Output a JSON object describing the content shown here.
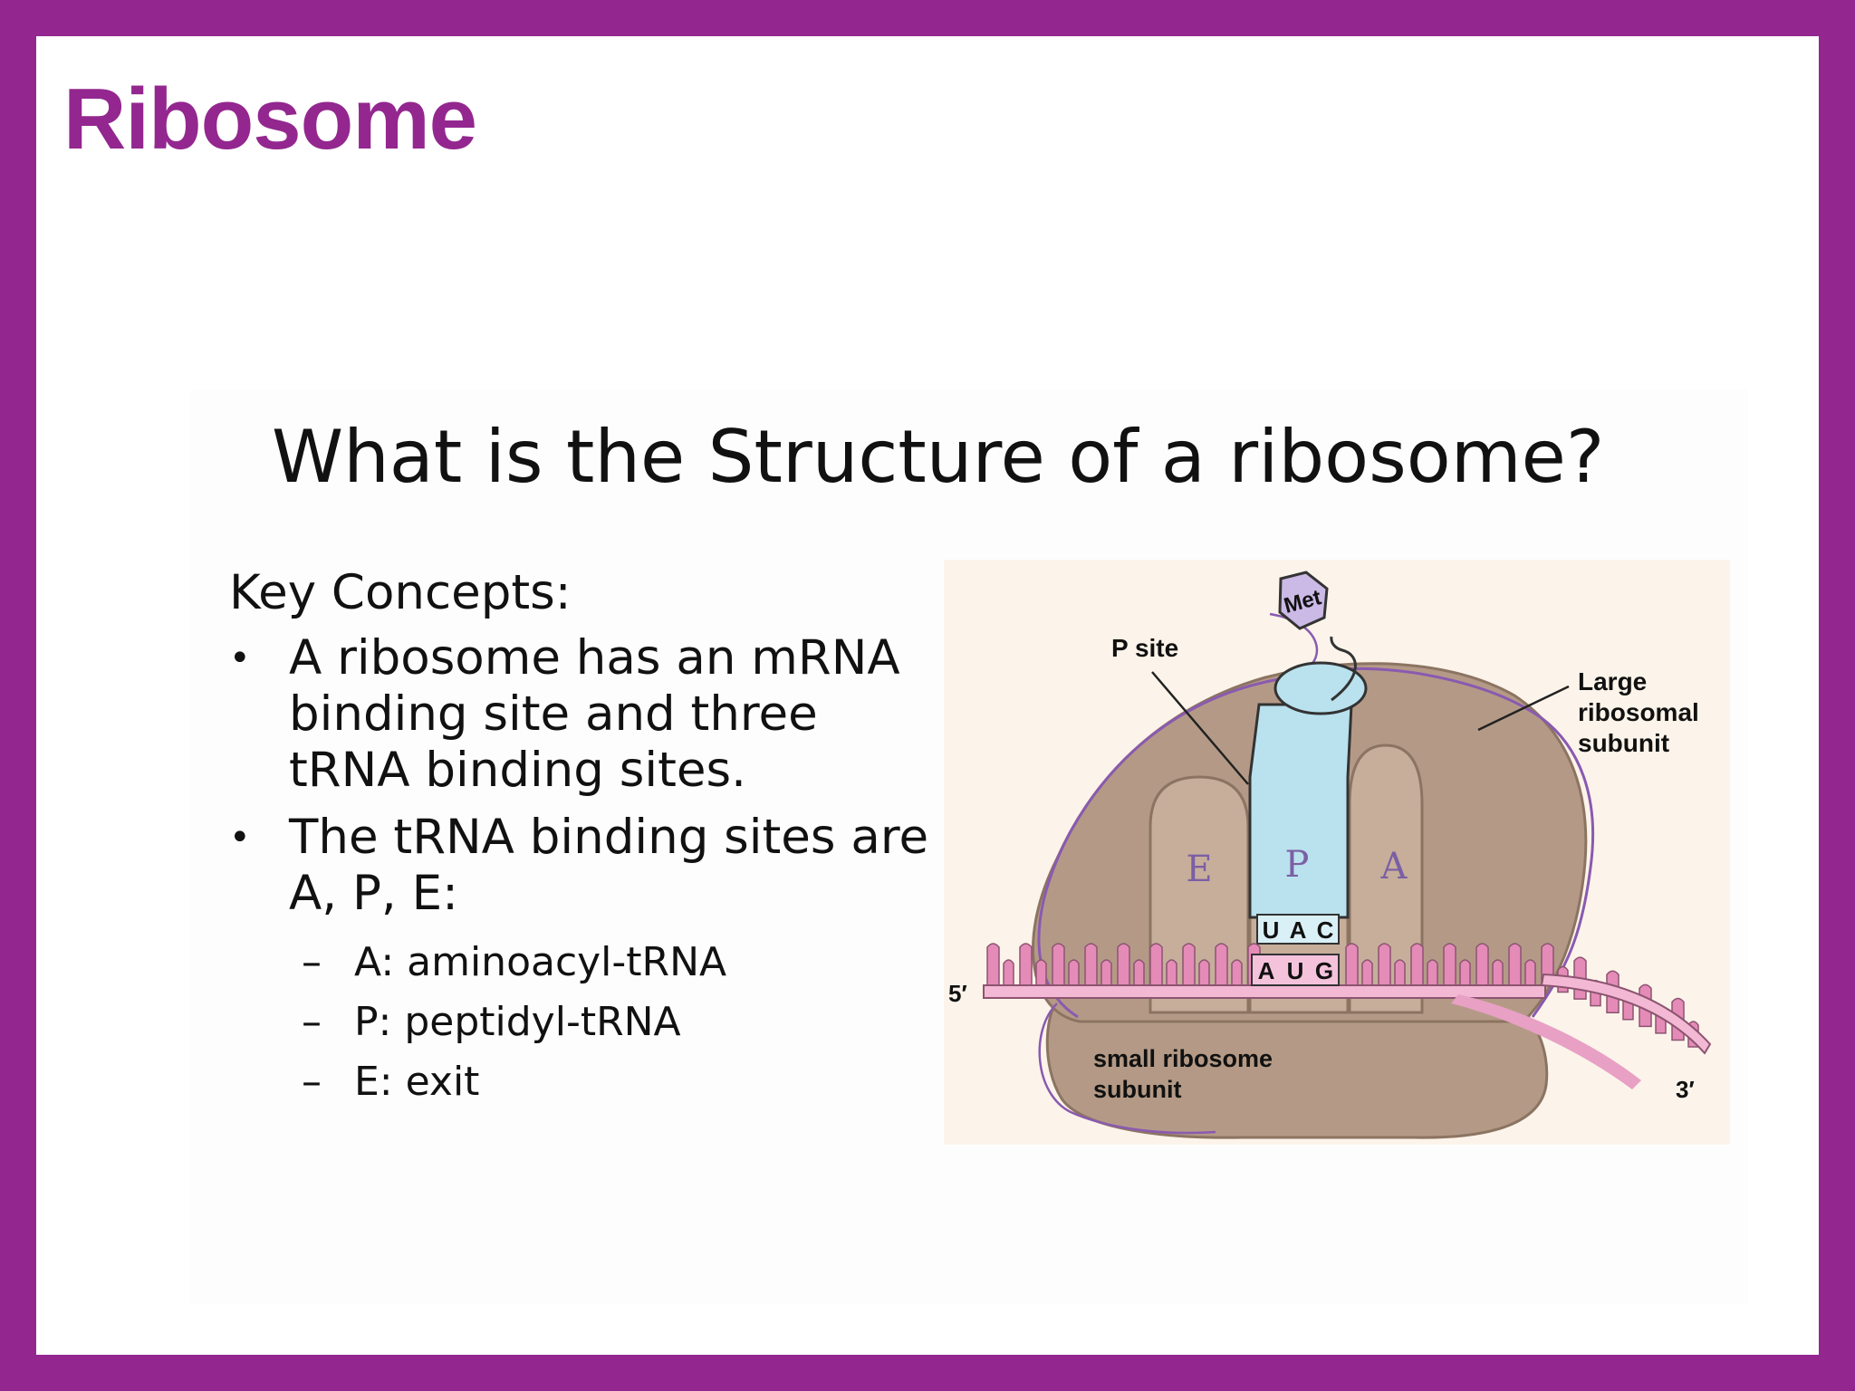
{
  "slide": {
    "title": "Ribosome",
    "question": "What is the Structure of a ribosome?"
  },
  "concepts": {
    "heading": "Key Concepts:",
    "bullets": [
      "A ribosome has an mRNA binding site and three tRNA binding sites.",
      "The tRNA binding sites are A, P, E:"
    ],
    "sub_items": [
      "A: aminoacyl-tRNA",
      "P: peptidyl-tRNA",
      "E: exit"
    ],
    "bullet_glyph": "•",
    "dash_glyph": "–"
  },
  "figure": {
    "amino_acid": "Met",
    "p_site_label": "P site",
    "large_subunit_label": [
      "Large",
      "ribosomal",
      "subunit"
    ],
    "small_subunit_label": [
      "small ribosome",
      "subunit"
    ],
    "five_prime": "5′",
    "three_prime": "3′",
    "anticodon": [
      "U",
      "A",
      "C"
    ],
    "codon": [
      "A",
      "U",
      "G"
    ],
    "site_letters": [
      "E",
      "P",
      "A"
    ]
  },
  "colors": {
    "frame": "#93278f",
    "title": "#93278f",
    "ribosome": "#b49a86",
    "trna": "#b9e1ee",
    "mrna": "#e58bb8",
    "annotation": "#8a5ab0"
  }
}
